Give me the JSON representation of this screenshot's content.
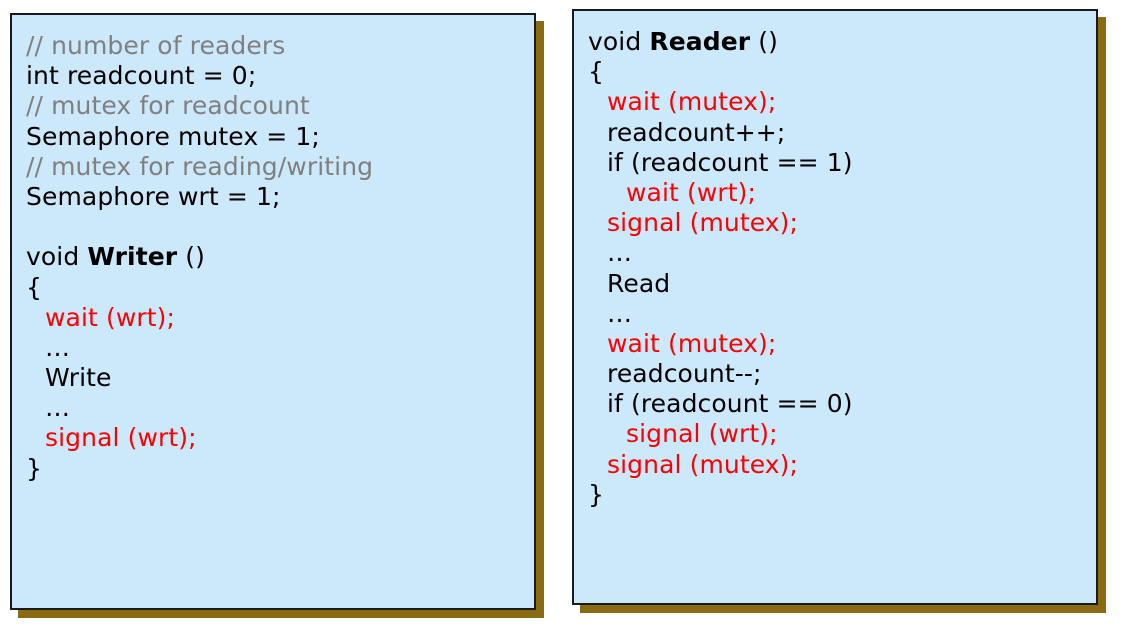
{
  "page": {
    "background_color": "#ffffff",
    "title": "Readers-Writers problem semaphore solution code listing"
  },
  "style_colors": {
    "panel_background": "#cce8fb",
    "panel_border": "#1a1a1a",
    "panel_shadow": "#8a6a12",
    "code_default": "#000000",
    "code_comment": "#808080",
    "code_call": "#ff0000"
  },
  "panels": [
    {
      "id": "writer-panel",
      "name": "writer-code-panel",
      "lines": [
        {
          "text": "// number of readers",
          "style": "comment",
          "indent": 0
        },
        {
          "text": "int readcount = 0;",
          "style": "plain",
          "indent": 0
        },
        {
          "text": "// mutex for readcount",
          "style": "comment",
          "indent": 0
        },
        {
          "text": "Semaphore mutex = 1;",
          "style": "plain",
          "indent": 0
        },
        {
          "text": "// mutex for reading/writing",
          "style": "comment",
          "indent": 0
        },
        {
          "text": "Semaphore wrt = 1;",
          "style": "plain",
          "indent": 0
        },
        {
          "text": "",
          "style": "blank",
          "indent": 0
        },
        {
          "text": "void Writer ()",
          "style": "signature",
          "indent": 0,
          "parts": [
            {
              "text": "void ",
              "bold": false
            },
            {
              "text": "Writer",
              "bold": true
            },
            {
              "text": " ()",
              "bold": false
            }
          ]
        },
        {
          "text": "{",
          "style": "plain",
          "indent": 0
        },
        {
          "text": "wait (wrt);",
          "style": "call",
          "indent": 1
        },
        {
          "text": "…",
          "style": "plain",
          "indent": 1
        },
        {
          "text": "Write",
          "style": "plain",
          "indent": 1
        },
        {
          "text": "…",
          "style": "plain",
          "indent": 1
        },
        {
          "text": "signal (wrt);",
          "style": "call",
          "indent": 1
        },
        {
          "text": "}",
          "style": "plain",
          "indent": 0
        }
      ]
    },
    {
      "id": "reader-panel",
      "name": "reader-code-panel",
      "lines": [
        {
          "text": "void Reader ()",
          "style": "signature",
          "indent": 0,
          "parts": [
            {
              "text": "void ",
              "bold": false
            },
            {
              "text": "Reader",
              "bold": true
            },
            {
              "text": " ()",
              "bold": false
            }
          ]
        },
        {
          "text": "{",
          "style": "plain",
          "indent": 0
        },
        {
          "text": "wait (mutex);",
          "style": "call",
          "indent": 1
        },
        {
          "text": "readcount++;",
          "style": "plain",
          "indent": 1
        },
        {
          "text": "if (readcount == 1)",
          "style": "plain",
          "indent": 1
        },
        {
          "text": "wait (wrt);",
          "style": "call",
          "indent": 2
        },
        {
          "text": "signal (mutex);",
          "style": "call",
          "indent": 1
        },
        {
          "text": "…",
          "style": "plain",
          "indent": 1
        },
        {
          "text": "Read",
          "style": "plain",
          "indent": 1
        },
        {
          "text": "…",
          "style": "plain",
          "indent": 1
        },
        {
          "text": "wait (mutex);",
          "style": "call",
          "indent": 1
        },
        {
          "text": "readcount--;",
          "style": "plain",
          "indent": 1
        },
        {
          "text": "if (readcount == 0)",
          "style": "plain",
          "indent": 1
        },
        {
          "text": "signal (wrt);",
          "style": "call",
          "indent": 2
        },
        {
          "text": "signal (mutex);",
          "style": "call",
          "indent": 1
        },
        {
          "text": "}",
          "style": "plain",
          "indent": 0
        }
      ]
    }
  ]
}
